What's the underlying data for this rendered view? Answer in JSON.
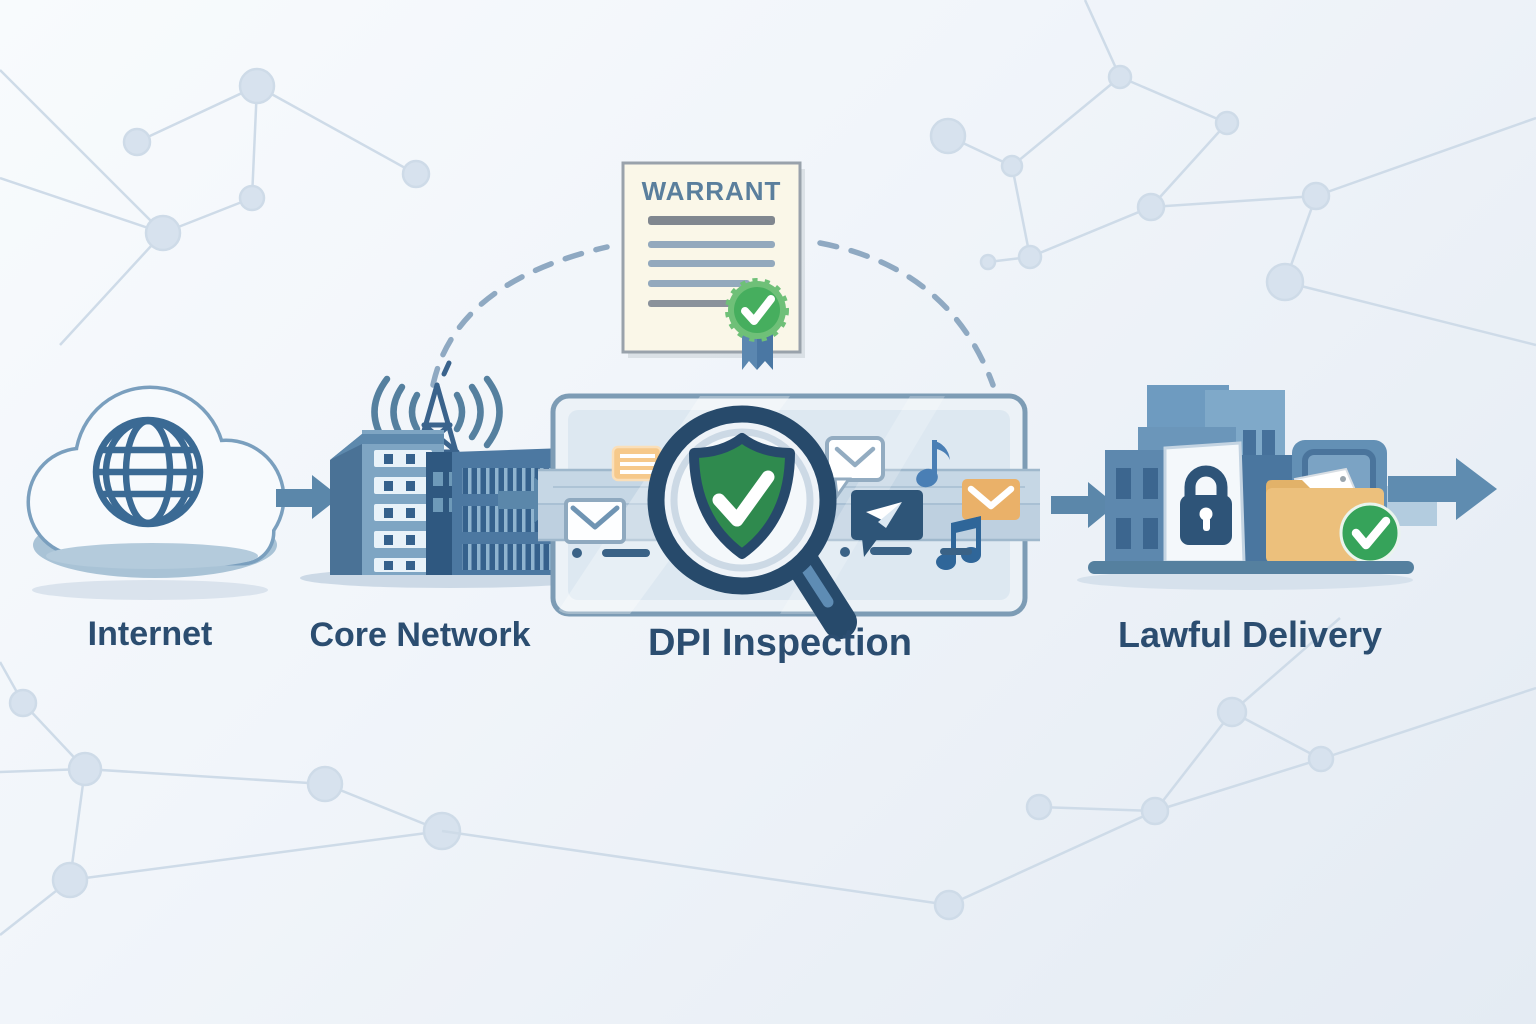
{
  "diagram": {
    "stages": [
      {
        "id": "internet",
        "label": "Internet",
        "icon": "cloud-globe-icon"
      },
      {
        "id": "core-network",
        "label": "Core Network",
        "icon": "buildings-antenna-icon"
      },
      {
        "id": "dpi-inspection",
        "label": "DPI Inspection",
        "icon": "magnifier-shield-icon"
      },
      {
        "id": "lawful-delivery",
        "label": "Lawful Delivery",
        "icon": "secure-facility-icon"
      }
    ],
    "warrant": {
      "title": "WARRANT",
      "seal": "green-check-seal",
      "ribbon": "blue-ribbon"
    },
    "flow_icons": [
      "document-lines-icon",
      "envelope-icon",
      "shield-check-icon",
      "speech-bubble-envelope-icon",
      "chat-paper-plane-icon",
      "music-note-icon",
      "beamed-music-note-icon",
      "orange-envelope-icon",
      "morse-dots-dashes-icon"
    ],
    "colors": {
      "background_top": "#f8fbfd",
      "background_bottom": "#e4ebf3",
      "network_node": "#d7e2ee",
      "network_line": "#cedbe8",
      "label_text": "#2b4d70",
      "arrow_blue": "#5b87aa",
      "cloud_outline": "#7a9fbe",
      "globe_blue": "#3b6a94",
      "building_blue": "#4c78a1",
      "building_dark": "#2f5880",
      "panel_fill": "#dde8f1",
      "panel_border": "#7d9cb5",
      "band_blue": "#c6d7e5",
      "magnifier_navy": "#274a6b",
      "shield_green": "#2f8a4e",
      "seal_green": "#46ae5e",
      "check_green": "#36a35a",
      "warrant_paper": "#faf7e8",
      "warrant_title_text": "#5a7f9d",
      "ribbon_blue": "#5b87b0",
      "folder_tan": "#ecc07c",
      "envelope_orange": "#eab169",
      "card_orange": "#f6c98b",
      "lock_navy": "#2e5478",
      "dashed_arc": "#8fa9c2"
    }
  }
}
